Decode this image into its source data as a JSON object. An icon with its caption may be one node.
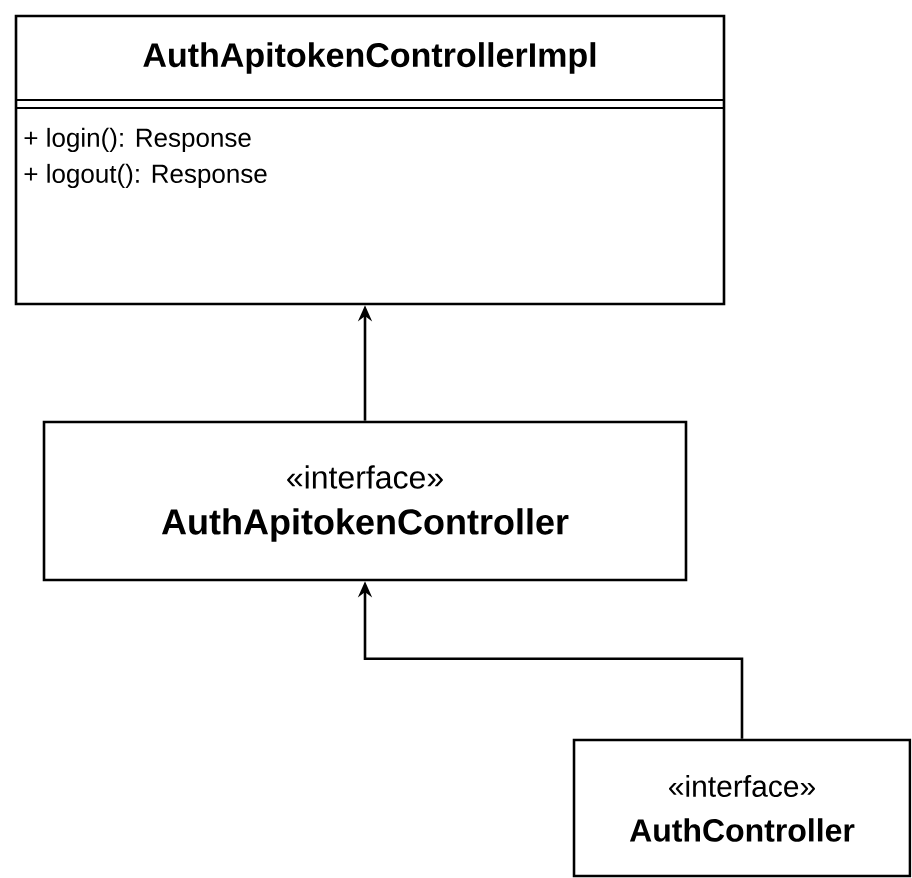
{
  "diagram": {
    "nodes": [
      {
        "text": [
          "AuthApitokenControllerImpl",
          "+ login(): Response",
          "+ logout(): Response"
        ]
      },
      {
        "text": [
          "«interface»",
          "AuthApitokenController"
        ]
      },
      {
        "text": [
          "«interface»",
          "AuthController"
        ]
      }
    ],
    "edges": [
      {
        "from": 1,
        "to": 0,
        "arrow": "to"
      },
      {
        "from": 2,
        "to": 1,
        "arrow": "to"
      }
    ]
  }
}
